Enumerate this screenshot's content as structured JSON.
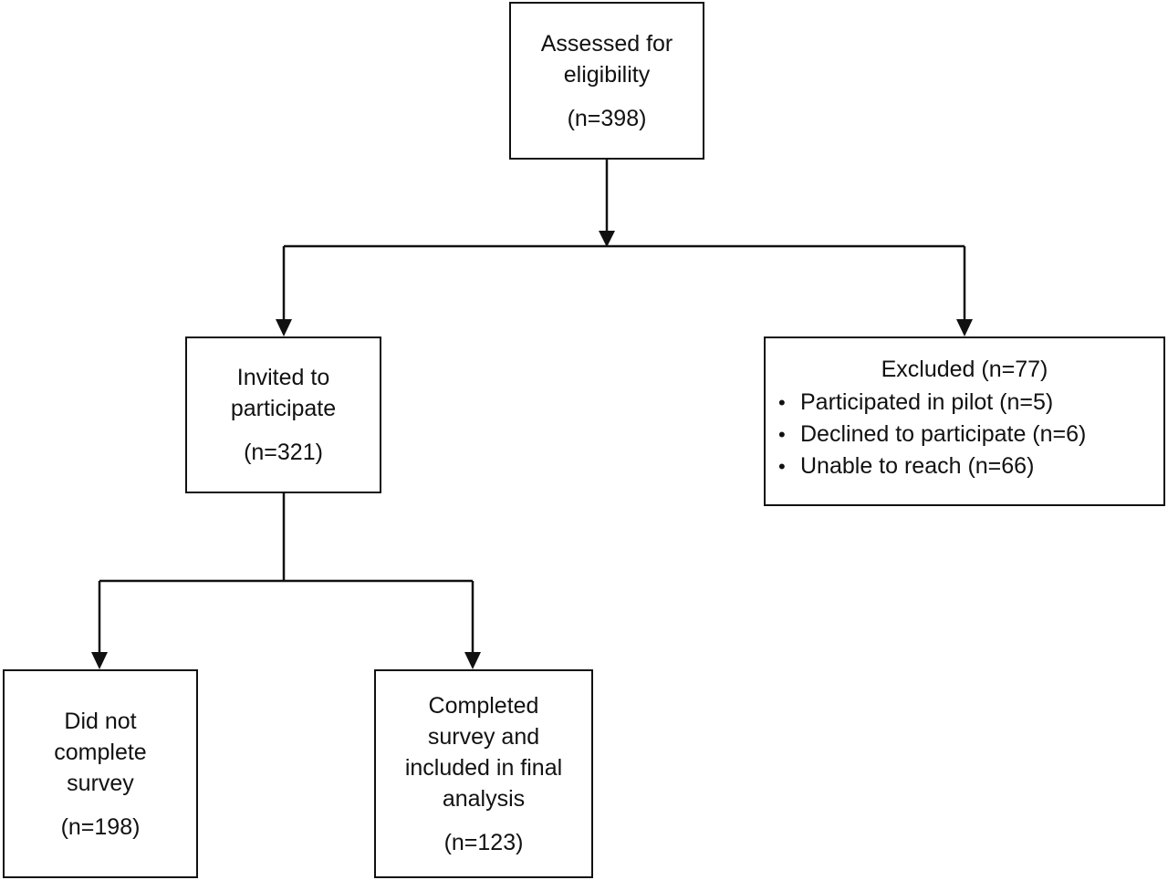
{
  "nodes": {
    "assessed": {
      "lines": [
        "Assessed for",
        "eligibility"
      ],
      "count": "(n=398)"
    },
    "invited": {
      "lines": [
        "Invited to",
        "participate"
      ],
      "count": "(n=321)"
    },
    "excluded": {
      "title": "Excluded (n=77)",
      "reasons": [
        "Participated in pilot (n=5)",
        "Declined to participate (n=6)",
        "Unable to reach (n=66)"
      ]
    },
    "did_not_complete": {
      "lines": [
        "Did not",
        "complete",
        "survey"
      ],
      "count": "(n=198)"
    },
    "completed": {
      "lines": [
        "Completed",
        "survey and",
        "included in final",
        "analysis"
      ],
      "count": "(n=123)"
    }
  },
  "bullet_glyph": "•",
  "colors": {
    "stroke": "#111111",
    "background": "#ffffff"
  }
}
